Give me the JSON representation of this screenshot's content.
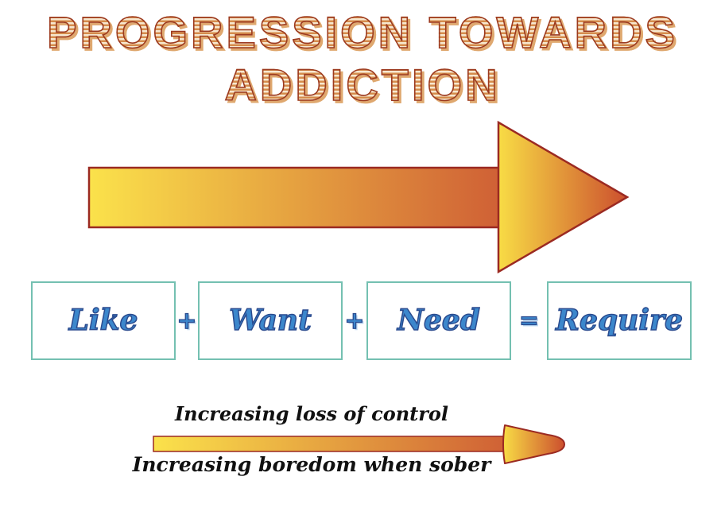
{
  "title": {
    "line1": "PROGRESSION TOWARDS",
    "line2": "ADDICTION"
  },
  "sequence": {
    "boxes": [
      {
        "label": "Like"
      },
      {
        "label": "Want"
      },
      {
        "label": "Need"
      },
      {
        "label": "Require"
      }
    ],
    "operators": [
      "+",
      "+",
      "="
    ]
  },
  "legend": {
    "top_caption": "Increasing loss of control",
    "bottom_caption": "Increasing boredom when sober"
  },
  "colors": {
    "title_stripe_light": "#f7e8d0",
    "title_stripe_dark": "#d58c4c",
    "title_outline": "#9c3a20",
    "arrow_yellow": "#fbe24b",
    "arrow_orange_red": "#cf5f35",
    "arrow_head_yellow": "#f8dc45",
    "arrow_head_red": "#cc4f2e",
    "arrow_border": "#9b2a22",
    "box_border_teal": "#74c0b1",
    "word_blue": "#3c87cc",
    "word_outline_blue": "#2a4b8f",
    "caption_black": "#111111"
  }
}
